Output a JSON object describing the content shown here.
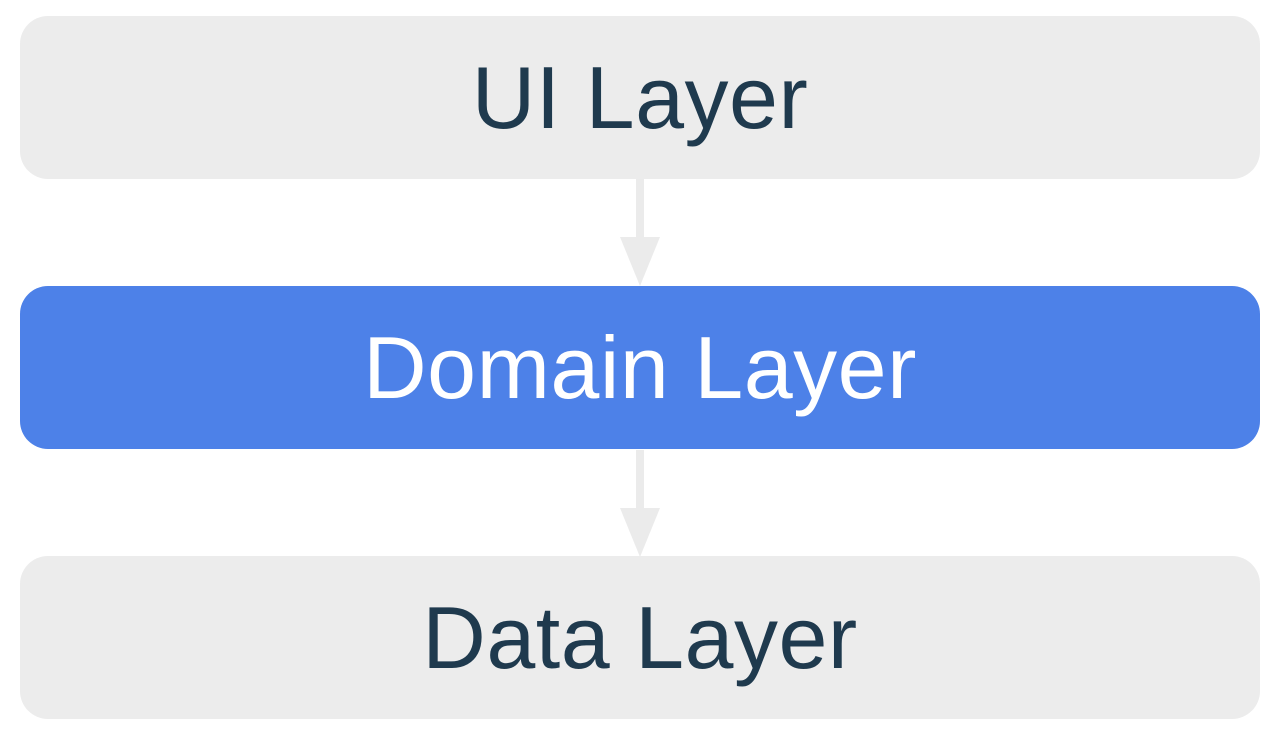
{
  "diagram": {
    "type": "layered-architecture",
    "layers": [
      {
        "id": "ui",
        "label": "UI Layer",
        "bg": "#ECECEC",
        "fg": "#1F3A4E"
      },
      {
        "id": "domain",
        "label": "Domain Layer",
        "bg": "#4D81E8",
        "fg": "#FFFFFF"
      },
      {
        "id": "data",
        "label": "Data Layer",
        "bg": "#ECECEC",
        "fg": "#1F3A4E"
      }
    ],
    "arrows": [
      {
        "from": "ui",
        "to": "domain",
        "direction": "down"
      },
      {
        "from": "domain",
        "to": "data",
        "direction": "down"
      }
    ],
    "arrow_color": "#EBEBEB",
    "background_color": "#FFFFFF"
  }
}
